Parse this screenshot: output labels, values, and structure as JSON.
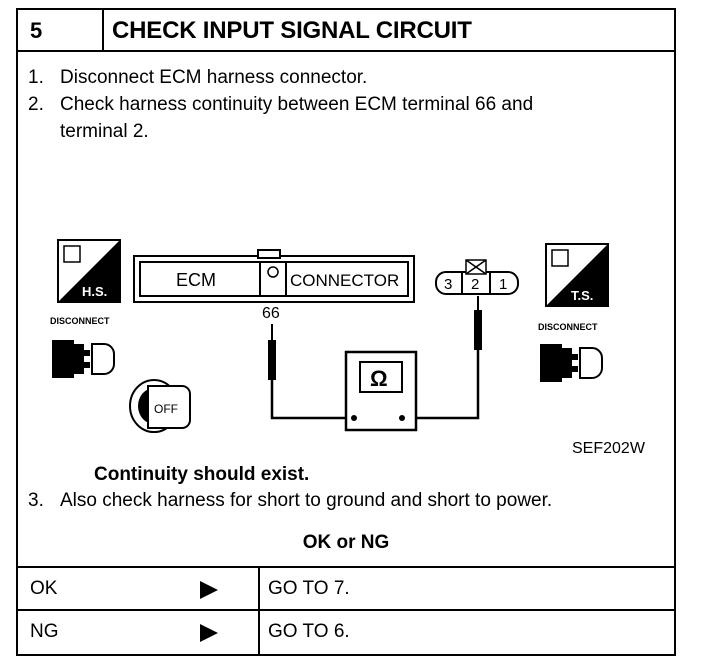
{
  "step_number": "5",
  "title": "CHECK INPUT SIGNAL CIRCUIT",
  "instructions": [
    {
      "num": "1.",
      "text": "Disconnect ECM harness connector."
    },
    {
      "num": "2.",
      "text": "Check harness continuity between ECM terminal 66 and"
    },
    {
      "num": "",
      "text": "terminal 2."
    }
  ],
  "diagram": {
    "hs_label": "H.S.",
    "ts_label": "T.S.",
    "disconnect_left": "DISCONNECT",
    "disconnect_right": "DISCONNECT",
    "ecm_label": "ECM",
    "connector_label": "CONNECTOR",
    "ecm_terminal": "66",
    "terminals": [
      "3",
      "2",
      "1"
    ],
    "ohm_symbol": "Ω",
    "ignition": "OFF",
    "figure_id": "SEF202W"
  },
  "continuity_note": "Continuity should exist.",
  "step3": {
    "num": "3.",
    "text": "Also check harness for short to ground and short to power."
  },
  "ok_ng_header": "OK or NG",
  "results": [
    {
      "label": "OK",
      "action": "GO TO 7."
    },
    {
      "label": "NG",
      "action": "GO TO 6."
    }
  ]
}
